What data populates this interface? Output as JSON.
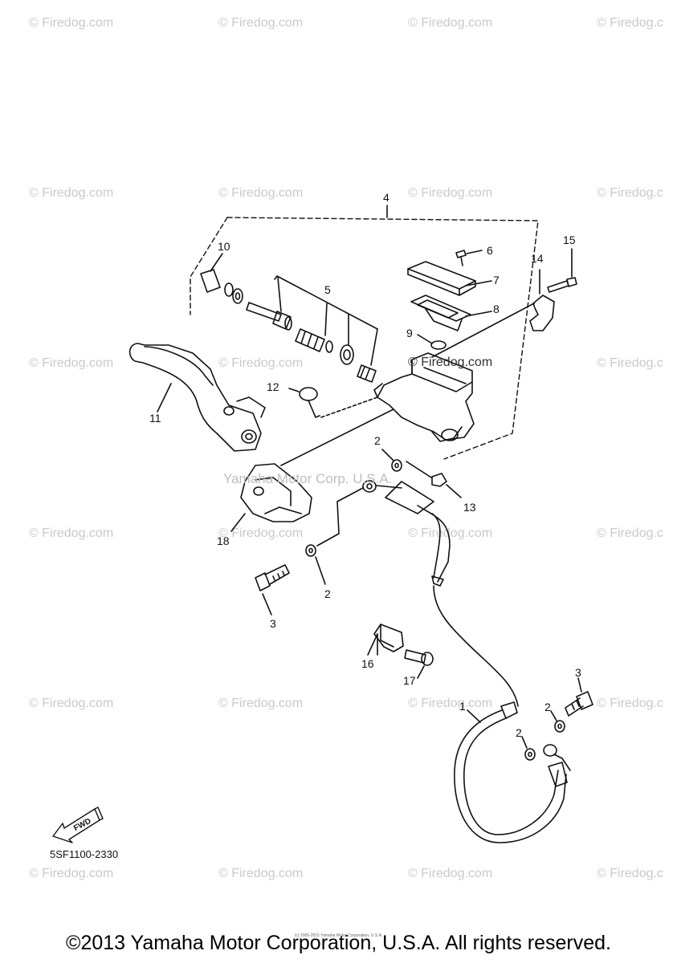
{
  "watermark_text": "© Firedog.com",
  "watermark_cut": "© Firedog.c",
  "overlay_watermark": "© Firedog.com",
  "overlay_copyright": "Yamaha Motor Corp. U.S.A.",
  "fwd_label": "FWD",
  "diagram_code": "5SF1100-2330",
  "footer_copyright": "©2013 Yamaha Motor Corporation, U.S.A. All rights reserved.",
  "small_copyright": "(c) 2005-2015 Yamaha Motor Corporation, U.S.A.",
  "part_numbers": [
    "1",
    "2",
    "2",
    "2",
    "2",
    "3",
    "3",
    "4",
    "5",
    "6",
    "7",
    "8",
    "9",
    "10",
    "11",
    "12",
    "13",
    "14",
    "15",
    "16",
    "17",
    "18"
  ]
}
